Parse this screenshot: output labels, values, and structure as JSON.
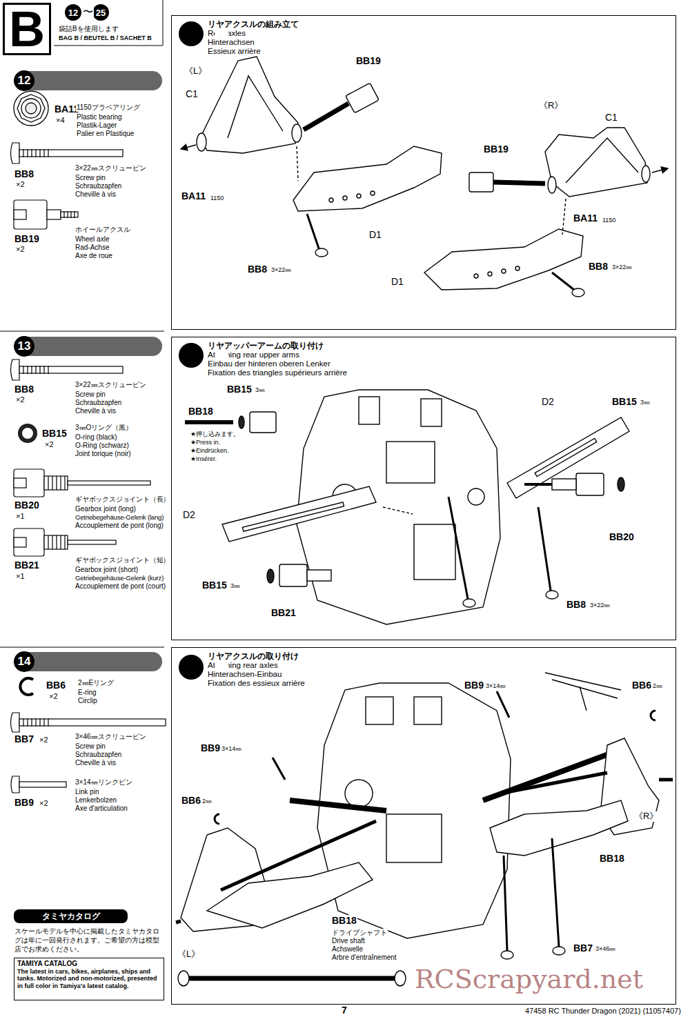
{
  "diagram": {
    "nodes": [
      {
        "text": [
          "B"
        ]
      },
      {
        "text": [
          "12"
        ]
      },
      {
        "text": [
          "25"
        ]
      },
      {
        "text": [
          "12"
        ]
      },
      {
        "text": [
          "リヤアクスルの組み立て",
          "Rear axles",
          "Hinterachsen",
          "Essieux arrière"
        ]
      },
      {
        "text": [
          "12"
        ],
        "in": 4
      },
      {
        "text": [
          "13"
        ]
      },
      {
        "text": [
          "リヤアッパーアームの取り付け",
          "Attaching rear upper arms",
          "Einbau der hinteren oberen Lenker",
          "Fixation des triangles supérieurs arrière"
        ]
      },
      {
        "text": [
          "13"
        ],
        "in": 7
      },
      {
        "text": [
          "14"
        ]
      },
      {
        "text": [
          "リヤアクスルの取り付け",
          "Attaching rear axles",
          "Hinterachsen-Einbau",
          "Fixation des essieux arrière"
        ]
      },
      {
        "text": [
          "14"
        ],
        "in": 10
      },
      {
        "text": [
          "TAMIYA CATALOG",
          "The latest in cars, bikes, airplanes, ships and tanks. Motorized and non-motorized, presented in full color in Tamiya's latest catalog."
        ]
      },
      {
        "text": [
          "タミヤカタログ"
        ]
      }
    ],
    "labels": [
      "〜",
      "袋詰Bを使用します",
      "BAG B / BEUTEL B / SACHET B",
      "BA11",
      "×4",
      "1150プラベアリング",
      "Plastic bearing",
      "Plastik-Lager",
      "Palier en Plastique",
      "BB8",
      "×2",
      "3×22㎜スクリューピン",
      "Screw pin",
      "Schraubzapfen",
      "Cheville à vis",
      "BB19",
      "×2",
      "ホイールアクスル",
      "Wheel axle",
      "Rad-Achse",
      "Axe de roue",
      "BB8",
      "×2",
      "3×22㎜スクリューピン",
      "Screw pin",
      "Schraubzapfen",
      "Cheville à vis",
      "BB15",
      "×2",
      "3㎜Oリング（黒）",
      "O-ring (black)",
      "O-Ring (schwarz)",
      "Joint torique (noir)",
      "BB20",
      "×1",
      "ギヤボックスジョイント（長）",
      "Gearbox joint (long)",
      "Getriebegehäuse-Gelenk (lang)",
      "Accouplement de pont (long)",
      "BB21",
      "×1",
      "ギヤボックスジョイント（短）",
      "Gearbox joint (short)",
      "Getriebegehäuse-Gelenk (kurz)",
      "Accouplement de pont (court)",
      "BB6",
      "×2",
      "2㎜Eリング",
      "E-ring",
      "Circlip",
      "BB7",
      "×2",
      "3×46㎜スクリューピン",
      "Screw pin",
      "Schraubzapfen",
      "Cheville à vis",
      "BB9",
      "×2",
      "3×14㎜リンクピン",
      "Link pin",
      "Lenkerbolzen",
      "Axe d'articulation",
      "スケールモデルを中心に掲載したタミヤカタログは年に一回発行されます。ご希望の方は模型店でお求めください。",
      "《L》",
      "C1",
      "BB19",
      "BA11",
      "1150",
      "D1",
      "BB8",
      "3×22㎜",
      "《R》",
      "C1",
      "BB19",
      "BA11",
      "1150",
      "D1",
      "BB8",
      "3×22㎜",
      "BB15",
      "3㎜",
      "BB18",
      "★押し込みます。",
      "★Press in.",
      "★Eindrücken.",
      "★Insérer.",
      "D2",
      "BB15",
      "3㎜",
      "D2",
      "BB20",
      "BB15",
      "3㎜",
      "BB21",
      "BB8",
      "3×22㎜",
      "BB9",
      "3×14㎜",
      "BB6",
      "2㎜",
      "BB9",
      "3×14㎜",
      "BB6",
      "2㎜",
      "《R》",
      "BB18",
      "BB18",
      "ドライブシャフト",
      "Drive shaft",
      "Achswelle",
      "Arbre d'entraînement",
      "《L》",
      "BB7",
      "3×46㎜",
      "7",
      "47458 RC Thunder Dragon (2021) (11057407)",
      "RCScrapyard.net"
    ]
  }
}
